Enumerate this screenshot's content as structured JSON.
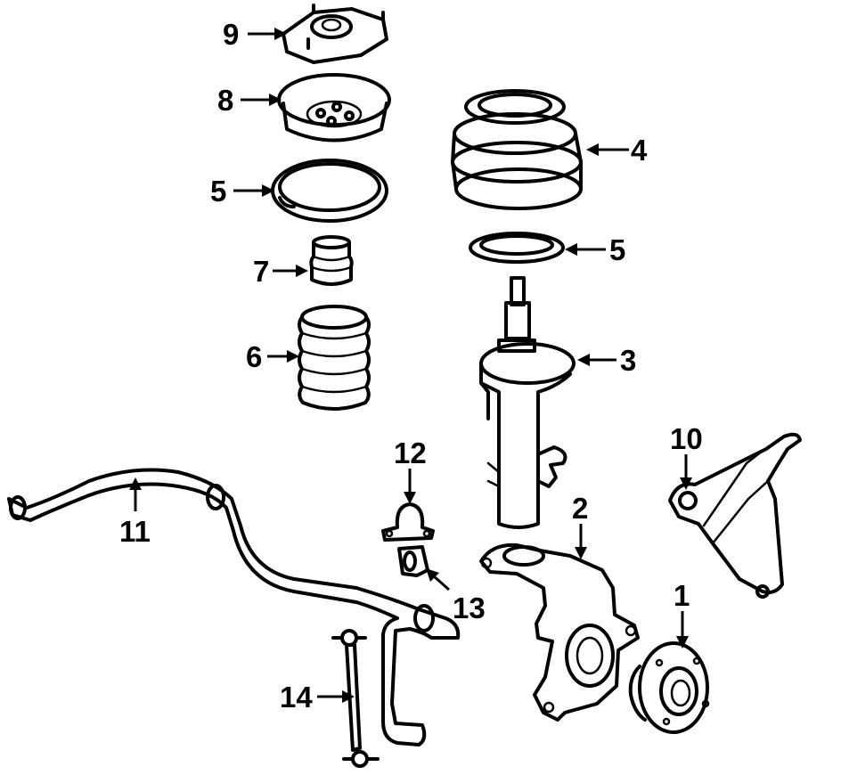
{
  "callouts": [
    {
      "id": "c9",
      "text": "9",
      "part": "upper strut mount"
    },
    {
      "id": "c8",
      "text": "8",
      "part": "spring seat"
    },
    {
      "id": "c5a",
      "text": "5",
      "part": "spring insulator upper"
    },
    {
      "id": "c7",
      "text": "7",
      "part": "bump stop"
    },
    {
      "id": "c6",
      "text": "6",
      "part": "dust boot"
    },
    {
      "id": "c4",
      "text": "4",
      "part": "coil spring"
    },
    {
      "id": "c5b",
      "text": "5",
      "part": "spring insulator lower"
    },
    {
      "id": "c3",
      "text": "3",
      "part": "strut"
    },
    {
      "id": "c10",
      "text": "10",
      "part": "lower control arm bushing"
    },
    {
      "id": "c11",
      "text": "11",
      "part": "stabilizer bar"
    },
    {
      "id": "c12",
      "text": "12",
      "part": "stabilizer bar bracket"
    },
    {
      "id": "c2",
      "text": "2",
      "part": "steering knuckle"
    },
    {
      "id": "c13",
      "text": "13",
      "part": "stabilizer bar bushing"
    },
    {
      "id": "c1",
      "text": "1",
      "part": "wheel hub"
    },
    {
      "id": "c14",
      "text": "14",
      "part": "stabilizer link"
    }
  ]
}
